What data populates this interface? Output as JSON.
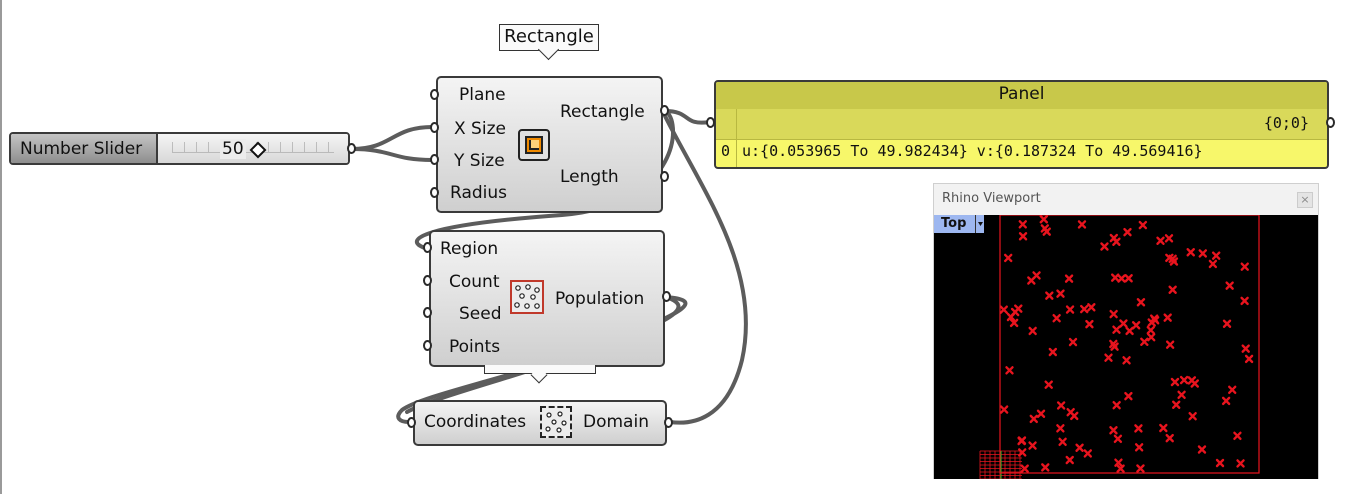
{
  "tooltip_top": {
    "label": "Rectangle"
  },
  "slider": {
    "name": "Number Slider",
    "value": "50"
  },
  "rectangle_component": {
    "inputs": [
      "Plane",
      "X Size",
      "Y Size",
      "Radius"
    ],
    "outputs": [
      "Rectangle",
      "Length"
    ],
    "icon": "rectangle-icon"
  },
  "populate_component": {
    "inputs": [
      "Region",
      "Count",
      "Seed",
      "Points"
    ],
    "outputs": [
      "Population"
    ],
    "icon": "populate-points-icon"
  },
  "deconstruct_component": {
    "inputs": [
      "Coordinates"
    ],
    "outputs": [
      "Domain"
    ],
    "icon": "domain-icon"
  },
  "panel": {
    "title": "Panel",
    "path": "{0;0}",
    "index": "0",
    "content": "u:{0.053965 To 49.982434} v:{0.187324 To 49.569416}",
    "color": "#f7f76a",
    "header_color": "#c8c84a"
  },
  "viewport": {
    "title": "Rhino Viewport",
    "view_name": "Top",
    "close_symbol": "×",
    "background": "#000000",
    "geometry_color": "#e8141e"
  },
  "colors": {
    "wire": "#5c5c5c",
    "component_border": "#3a3a3a"
  }
}
